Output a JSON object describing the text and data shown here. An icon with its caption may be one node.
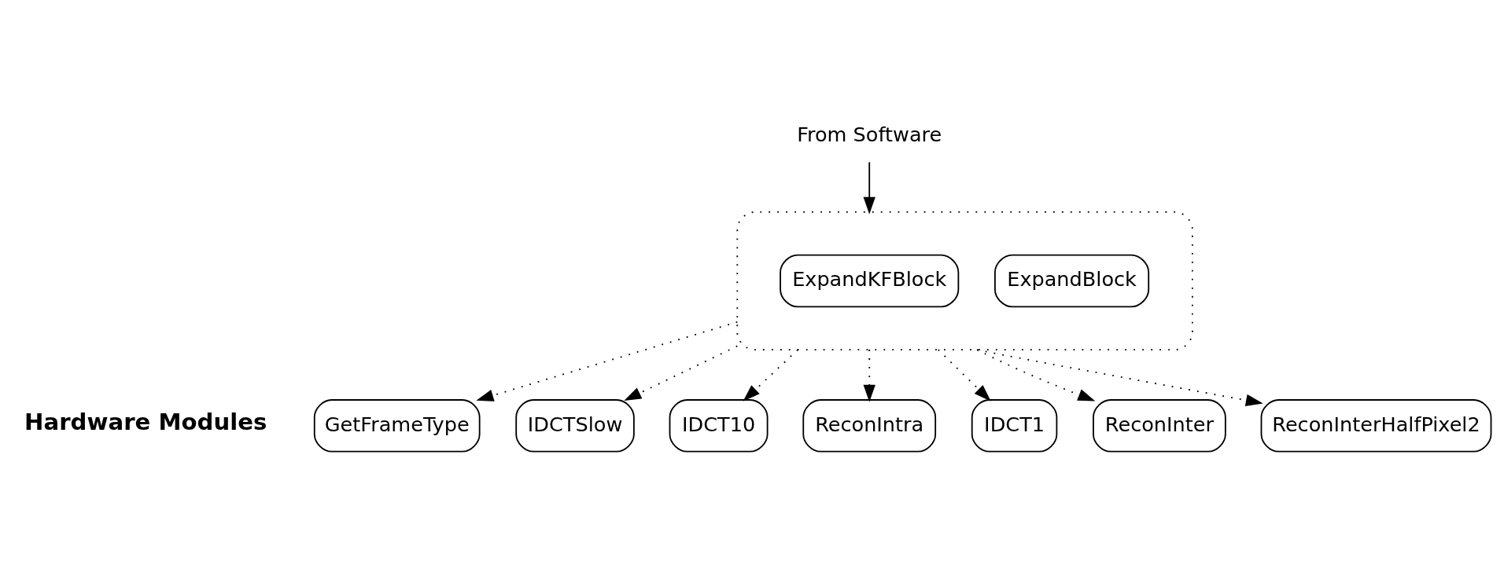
{
  "diagram": {
    "nodes": [
      {
        "text": [
          "From Software"
        ]
      },
      {
        "text": [],
        "shape": "box"
      },
      {
        "text": [
          "ExpandKFBlock"
        ],
        "in": 1
      },
      {
        "text": [
          "ExpandBlock"
        ],
        "in": 1
      },
      {
        "text": [
          "GetFrameType"
        ]
      },
      {
        "text": [
          "IDCTSlow"
        ]
      },
      {
        "text": [
          "IDCT10"
        ]
      },
      {
        "text": [
          "ReconIntra"
        ]
      },
      {
        "text": [
          "IDCT1"
        ]
      },
      {
        "text": [
          "ReconInter"
        ]
      },
      {
        "text": [
          "ReconInterHalfPixel2"
        ]
      }
    ],
    "edges": [
      {
        "from": 0,
        "to": 1,
        "arrow": "to"
      },
      {
        "from": 1,
        "to": 4,
        "arrow": "to",
        "style": "dashed"
      },
      {
        "from": 1,
        "to": 5,
        "arrow": "to",
        "style": "dashed"
      },
      {
        "from": 1,
        "to": 6,
        "arrow": "to",
        "style": "dashed"
      },
      {
        "from": 1,
        "to": 7,
        "arrow": "to",
        "style": "dashed"
      },
      {
        "from": 1,
        "to": 8,
        "arrow": "to",
        "style": "dashed"
      },
      {
        "from": 1,
        "to": 9,
        "arrow": "to",
        "style": "dashed"
      },
      {
        "from": 1,
        "to": 10,
        "arrow": "to",
        "style": "dashed"
      }
    ],
    "labels": [
      "Hardware Modules"
    ]
  }
}
